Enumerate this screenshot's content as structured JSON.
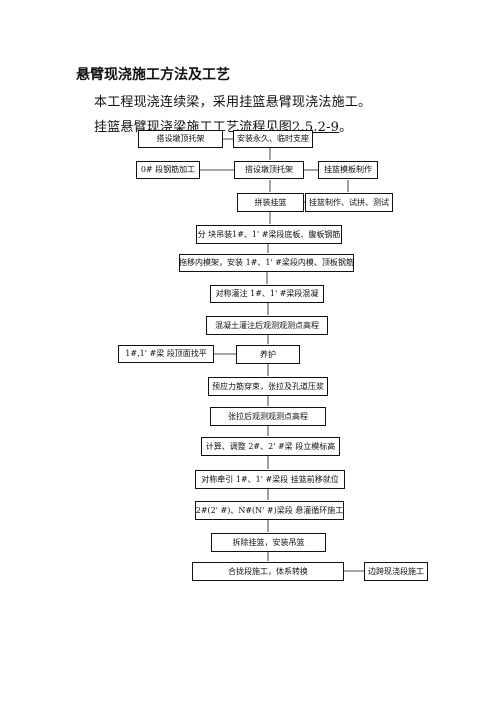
{
  "document": {
    "heading": "悬臂现浇施工方法及工艺",
    "paragraph1": "本工程现浇连续梁，采用挂篮悬臂现浇法施工。",
    "paragraph2_prefix": "挂篮悬臂现浇梁施工工艺流程见图",
    "paragraph2_ref": "2.5.2-9",
    "paragraph2_suffix": "。"
  },
  "flowchart": {
    "boxes": [
      {
        "id": "b1",
        "label": "搭设墩顶托架"
      },
      {
        "id": "b2",
        "label": "安装永久、临时支座"
      },
      {
        "id": "b3",
        "label": "0# 段钢筋加工"
      },
      {
        "id": "b4",
        "label": "搭设墩顶托架"
      },
      {
        "id": "b5",
        "label": "挂篮模板制作"
      },
      {
        "id": "b6",
        "label": "拼装挂篮"
      },
      {
        "id": "b7",
        "label": "挂篮制作、试拼、测试"
      },
      {
        "id": "b8",
        "label": "分 块吊装1#、1' #梁段底板、腹板钢筋"
      },
      {
        "id": "b9",
        "label": "拖移内模架，安装 1#、1' #梁段内模、顶板钢筋"
      },
      {
        "id": "b10",
        "label": "对称灌注 1#、1' #梁段混凝"
      },
      {
        "id": "b11",
        "label": "混凝土灌注后观测观测点高程"
      },
      {
        "id": "b12",
        "label": "1#,1' #梁 段顶面找平"
      },
      {
        "id": "b13",
        "label": "养护"
      },
      {
        "id": "b14",
        "label": "预应力筋穿束，张拉及孔道压浆"
      },
      {
        "id": "b15",
        "label": "张拉后观测观测点高程"
      },
      {
        "id": "b16",
        "label": "计算、调整 2#、2' #梁 段立模标高"
      },
      {
        "id": "b17",
        "label": "对称牵引 1#、1' #梁段 挂篮前移就位"
      },
      {
        "id": "b18",
        "label": "2#(2' #)、N#(N' #)梁段 悬灌循环施工"
      },
      {
        "id": "b19",
        "label": "拆除挂篮，安装吊篮"
      },
      {
        "id": "b20",
        "label": "合拢段施工，体系转换"
      },
      {
        "id": "b21",
        "label": "边跨现浇段施工"
      }
    ]
  }
}
